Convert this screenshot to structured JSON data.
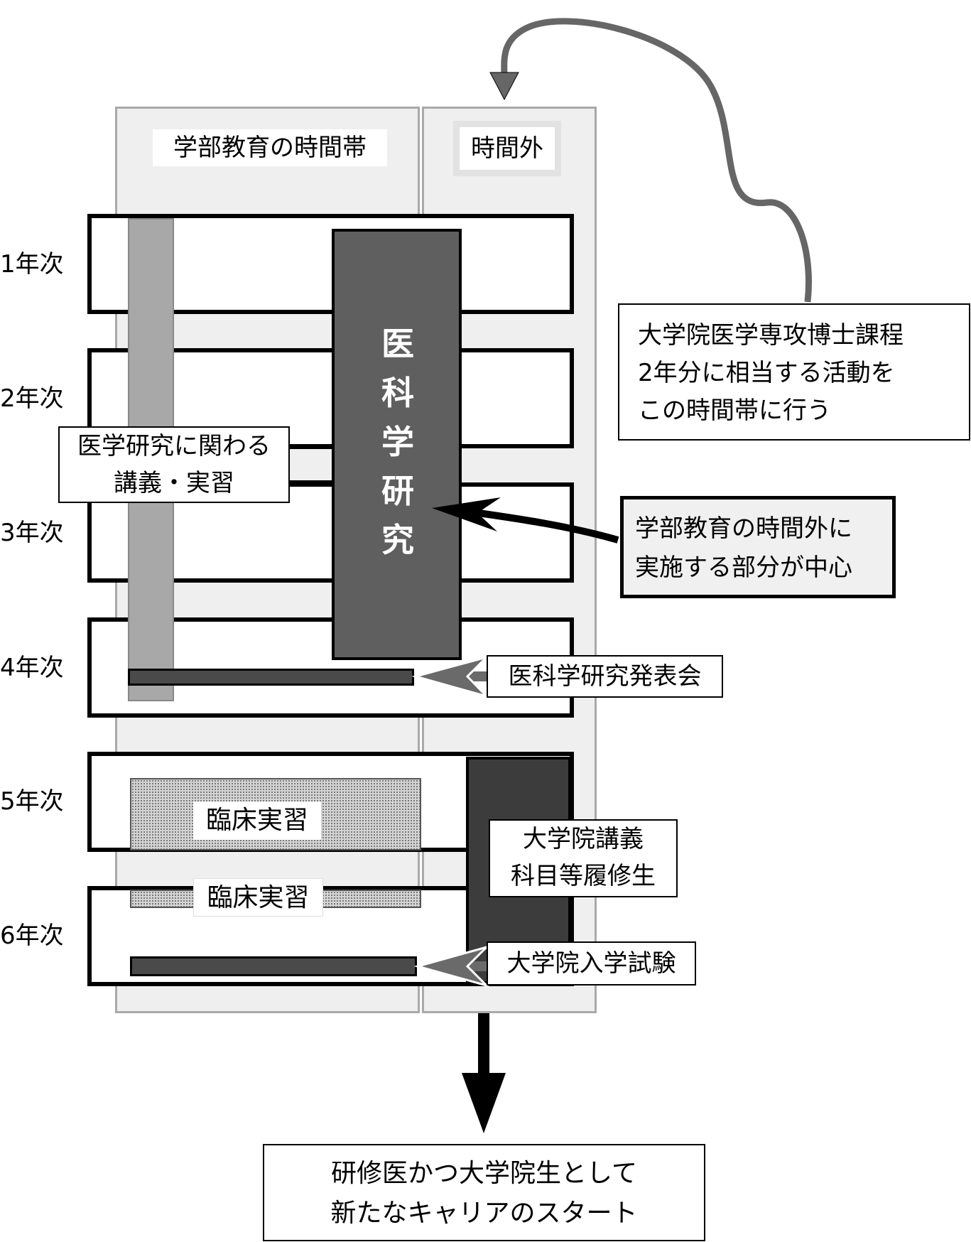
{
  "columns": {
    "in_hours": "学部教育の時間帯",
    "out_hours": "時間外"
  },
  "years": [
    "1年次",
    "2年次",
    "3年次",
    "4年次",
    "5年次",
    "6年次"
  ],
  "research_bar": [
    "医",
    "科",
    "学",
    "研",
    "究"
  ],
  "lecture_label": [
    "医学研究に関わる",
    "講義・実習"
  ],
  "grad_note": [
    "大学院医学専攻博士課程",
    "2年分に相当する活動を",
    "この時間帯に行う"
  ],
  "outside_note": [
    "学部教育の時間外に",
    "実施する部分が中心"
  ],
  "presentation": "医科学研究発表会",
  "clinical_1": "臨床実習",
  "clinical_2": "臨床実習",
  "grad_course": [
    "大学院講義",
    "科目等履修生"
  ],
  "entrance_exam": "大学院入学試験",
  "career": [
    "研修医かつ大学院生として",
    "新たなキャリアのスタート"
  ],
  "colors": {
    "column_bg": "#efefef",
    "research_bar": "#5f5f5f",
    "grad_course_bar": "#3c3c3c",
    "lecture_strip": "#a8a8a8",
    "arrow_gray": "#666666"
  }
}
